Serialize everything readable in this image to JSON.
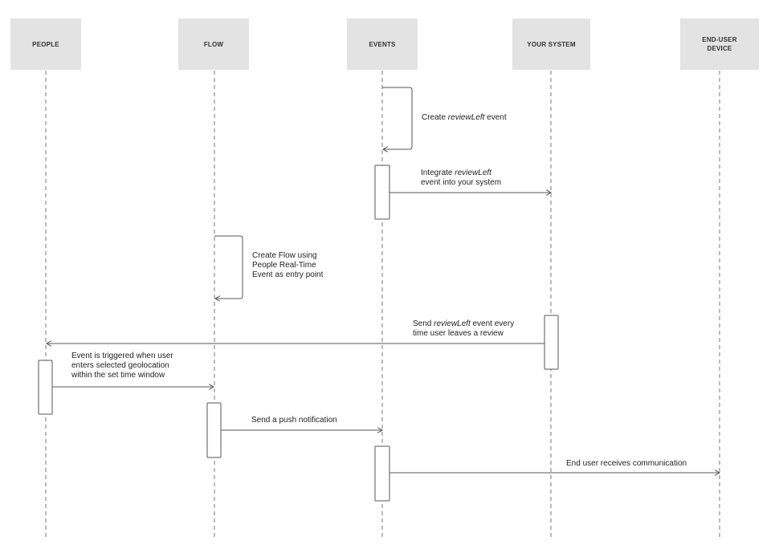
{
  "actors": [
    {
      "id": "people",
      "label": "PEOPLE"
    },
    {
      "id": "flow",
      "label": "FLOW"
    },
    {
      "id": "events",
      "label": "EVENTS"
    },
    {
      "id": "system",
      "label": "YOUR SYSTEM"
    },
    {
      "id": "device",
      "label": "END-USER\nDEVICE"
    }
  ],
  "messages": {
    "create_event": {
      "pre": "Create ",
      "italic": "reviewLeft",
      "post": " event"
    },
    "integrate": {
      "line1_pre": "Integrate ",
      "line1_italic": "reviewLeft",
      "line2": "event into your system"
    },
    "create_flow": {
      "line1": "Create Flow using",
      "line2": "People Real-Time",
      "line3": "Event as entry point"
    },
    "send_event": {
      "line1_pre": "Send ",
      "line1_italic": "reviewLeft",
      "line1_post": " event every",
      "line2": "time user leaves a review"
    },
    "triggered": {
      "line1": "Event is triggered when user",
      "line2": "enters selected geolocation",
      "line3": "within the set time window"
    },
    "push": {
      "text": "Send a push notification"
    },
    "receive": {
      "text": "End user receives communication"
    }
  },
  "colors": {
    "actor_bg": "#e3e3e3",
    "line": "#555555",
    "text": "#222222"
  }
}
